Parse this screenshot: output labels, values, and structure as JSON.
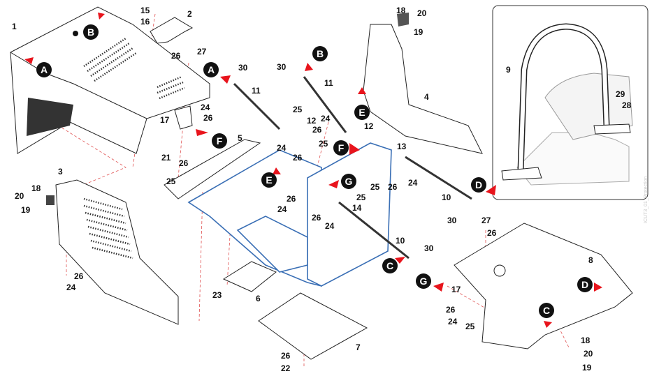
{
  "watermark": "ICUT3_01_Protection",
  "colors": {
    "frame": "#3a6fb5",
    "arrow": "#e8141c",
    "callout": "#111111",
    "dashed_line": "#e05050"
  },
  "part_labels": [
    "1",
    "2",
    "15",
    "16",
    "26",
    "27",
    "24",
    "26",
    "17",
    "30",
    "11",
    "30",
    "11",
    "25",
    "12",
    "24",
    "26",
    "12",
    "25",
    "24",
    "26",
    "18",
    "20",
    "19",
    "4",
    "5",
    "21",
    "26",
    "25",
    "13",
    "25",
    "26",
    "24",
    "26",
    "24",
    "25",
    "14",
    "26",
    "24",
    "10",
    "30",
    "27",
    "26",
    "10",
    "30",
    "9",
    "29",
    "28",
    "8",
    "3",
    "18",
    "20",
    "19",
    "26",
    "24",
    "23",
    "6",
    "7",
    "26",
    "22",
    "17",
    "26",
    "24",
    "25",
    "18",
    "20",
    "19"
  ],
  "callouts": [
    "A",
    "B",
    "A",
    "B",
    "F",
    "E",
    "F",
    "E",
    "G",
    "D",
    "C",
    "G",
    "D",
    "C"
  ]
}
